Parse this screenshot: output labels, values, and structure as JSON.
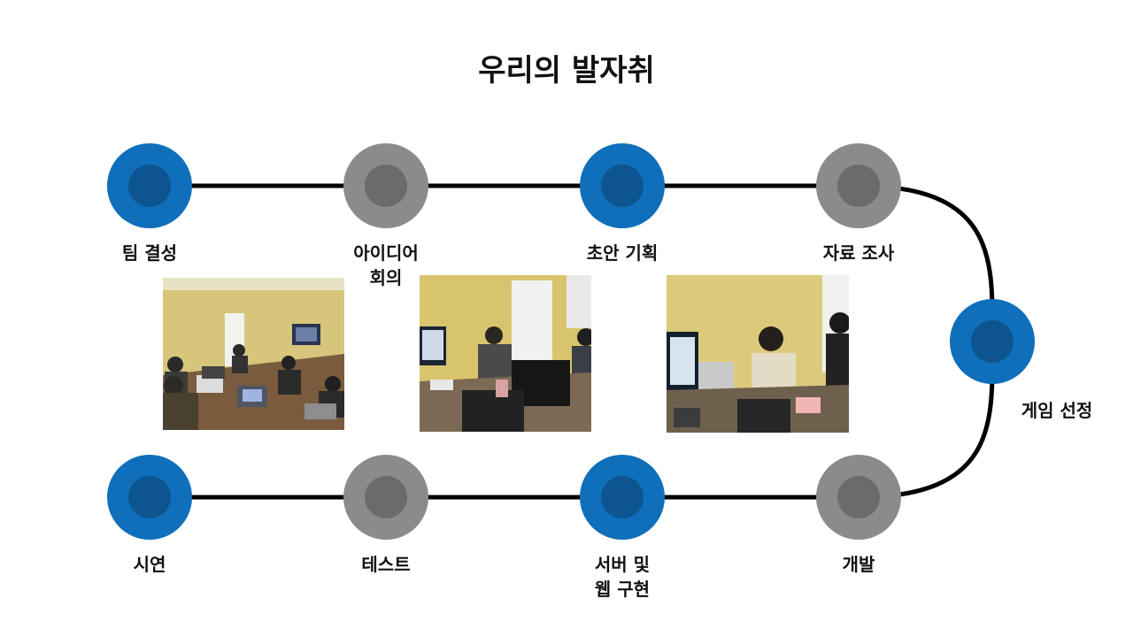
{
  "title": "우리의 발자취",
  "colors": {
    "accent": "#0f6fba",
    "neutral": "#8b8b8b",
    "line": "#000000"
  },
  "steps": [
    {
      "label": "팀 결성",
      "style": "blue"
    },
    {
      "label": "아이디어\n회의",
      "style": "gray"
    },
    {
      "label": "초안 기획",
      "style": "blue"
    },
    {
      "label": "자료 조사",
      "style": "gray"
    },
    {
      "label": "게임 선정",
      "style": "blue"
    },
    {
      "label": "개발",
      "style": "gray"
    },
    {
      "label": "서버 및\n웹 구현",
      "style": "blue"
    },
    {
      "label": "테스트",
      "style": "gray"
    },
    {
      "label": "시연",
      "style": "blue"
    }
  ]
}
